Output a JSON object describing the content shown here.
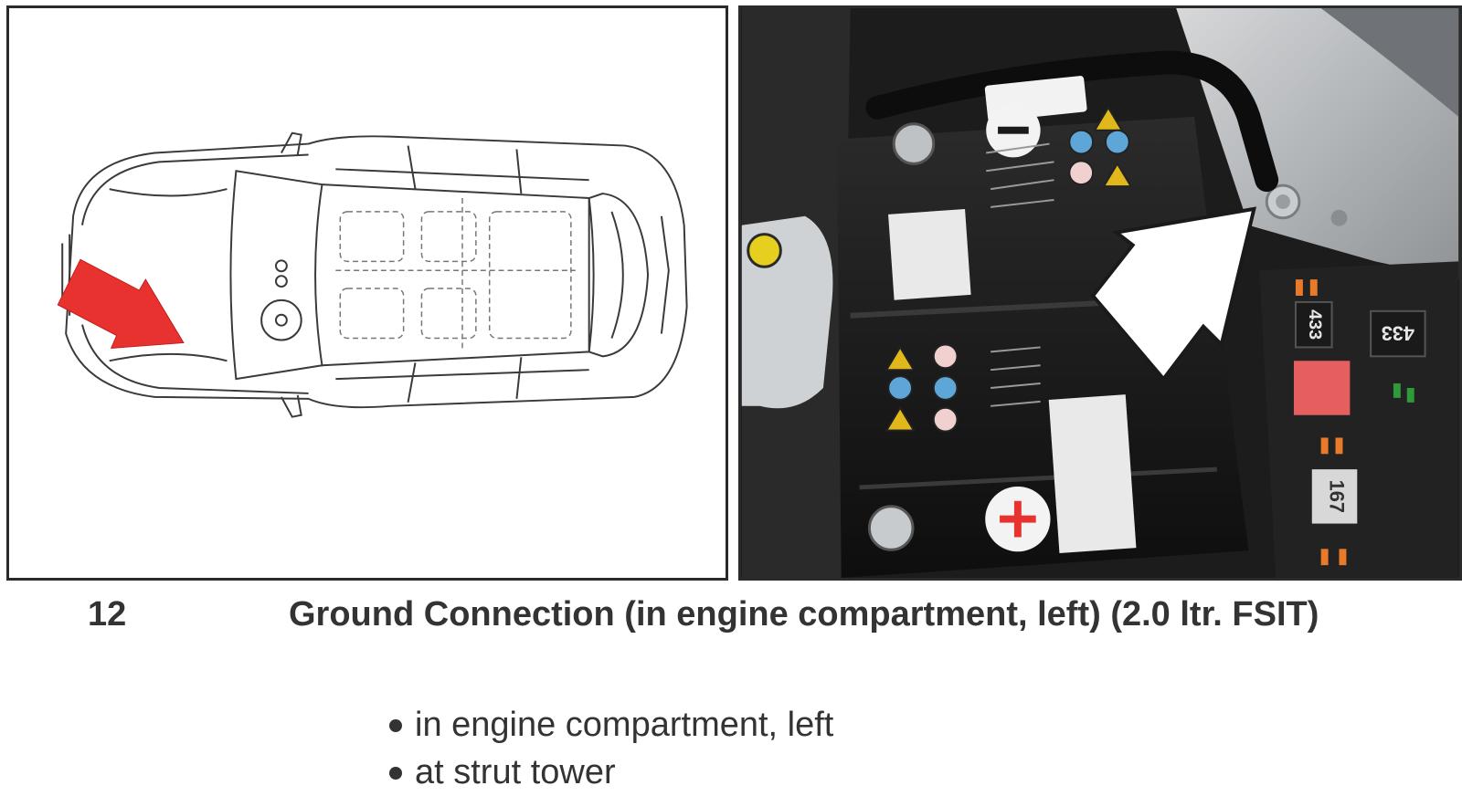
{
  "figure": {
    "number": "12",
    "title": "Ground Connection (in engine compartment, left) (2.0 ltr. FSIT)"
  },
  "bullets": [
    "in engine compartment, left",
    "at strut tower"
  ],
  "photo": {
    "relay_labels": [
      "433",
      "433",
      "167"
    ]
  },
  "colors": {
    "red_arrow": "#e8322f",
    "text": "#333333",
    "battery": "#151515",
    "strut_tower": "#b9bcbf"
  },
  "icons": {
    "left_panel": "car-top-view-diagram",
    "right_panel": "engine-bay-photo"
  }
}
